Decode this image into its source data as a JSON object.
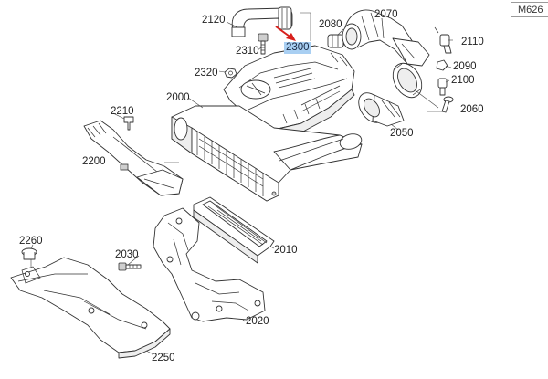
{
  "header": {
    "model_code": "M626"
  },
  "callouts": [
    {
      "id": "2000",
      "label": "2000",
      "highlighted": false
    },
    {
      "id": "2010",
      "label": "2010",
      "highlighted": false
    },
    {
      "id": "2020",
      "label": "2020",
      "highlighted": false
    },
    {
      "id": "2030",
      "label": "2030",
      "highlighted": false
    },
    {
      "id": "2050",
      "label": "2050",
      "highlighted": false
    },
    {
      "id": "2060",
      "label": "2060",
      "highlighted": false
    },
    {
      "id": "2070",
      "label": "2070",
      "highlighted": false
    },
    {
      "id": "2080",
      "label": "2080",
      "highlighted": false
    },
    {
      "id": "2090",
      "label": "2090",
      "highlighted": false
    },
    {
      "id": "2100",
      "label": "2100",
      "highlighted": false
    },
    {
      "id": "2110",
      "label": "2110",
      "highlighted": false
    },
    {
      "id": "2120",
      "label": "2120",
      "highlighted": false
    },
    {
      "id": "2200",
      "label": "2200",
      "highlighted": false
    },
    {
      "id": "2210",
      "label": "2210",
      "highlighted": false
    },
    {
      "id": "2250",
      "label": "2250",
      "highlighted": false
    },
    {
      "id": "2260",
      "label": "2260",
      "highlighted": false
    },
    {
      "id": "2300",
      "label": "2300",
      "highlighted": true
    },
    {
      "id": "2310",
      "label": "2310",
      "highlighted": false
    },
    {
      "id": "2320",
      "label": "2320",
      "highlighted": false
    }
  ],
  "pointer": {
    "color": "#d8201c",
    "target": "2300"
  },
  "colors": {
    "highlight": "#a9cff2",
    "line": "#333333"
  }
}
